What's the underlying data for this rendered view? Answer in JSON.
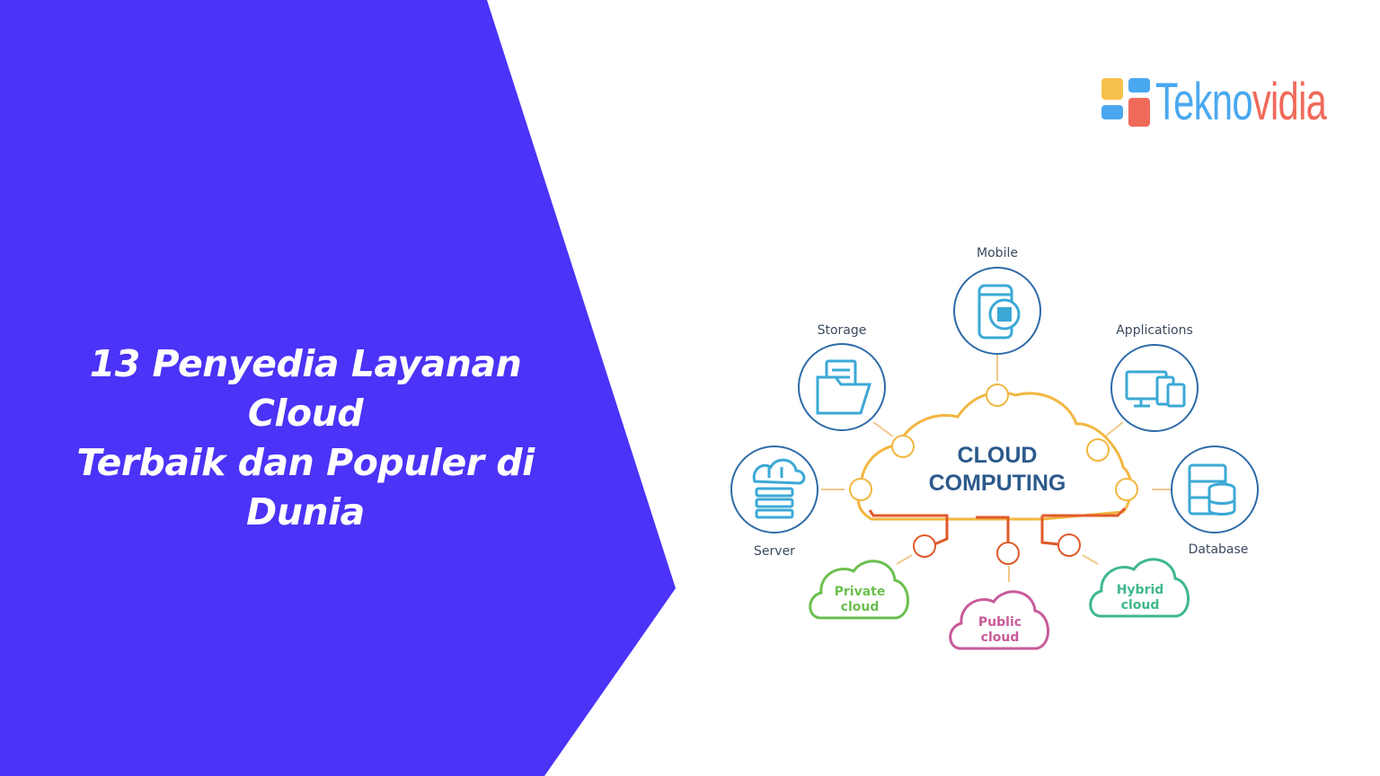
{
  "headline": {
    "line1": "13 Penyedia Layanan Cloud",
    "line2": "Terbaik dan Populer di",
    "line3": "Dunia"
  },
  "brand": {
    "name_part1": "Tekno",
    "name_part2": "vidia",
    "colors": {
      "blue": "#4aa8f0",
      "red": "#f06a5a",
      "yellow": "#f6c14a"
    }
  },
  "diagram": {
    "center_line1": "CLOUD",
    "center_line2": "COMPUTING",
    "nodes": {
      "mobile": "Mobile",
      "storage": "Storage",
      "applications": "Applications",
      "server": "Server",
      "database": "Database"
    },
    "clouds": {
      "private_l1": "Private",
      "private_l2": "cloud",
      "public_l1": "Public",
      "public_l2": "cloud",
      "hybrid_l1": "Hybrid",
      "hybrid_l2": "cloud"
    },
    "colors": {
      "panel": "#4b33f7",
      "cloud_outline": "#f2b640",
      "connector": "#e05a2a",
      "node_ring": "#2e6aa8",
      "icon": "#3ba9d6",
      "center_text": "#2c5a8c",
      "private": "#6cbf4f",
      "public": "#c85b9a",
      "hybrid": "#3fb88a"
    }
  }
}
